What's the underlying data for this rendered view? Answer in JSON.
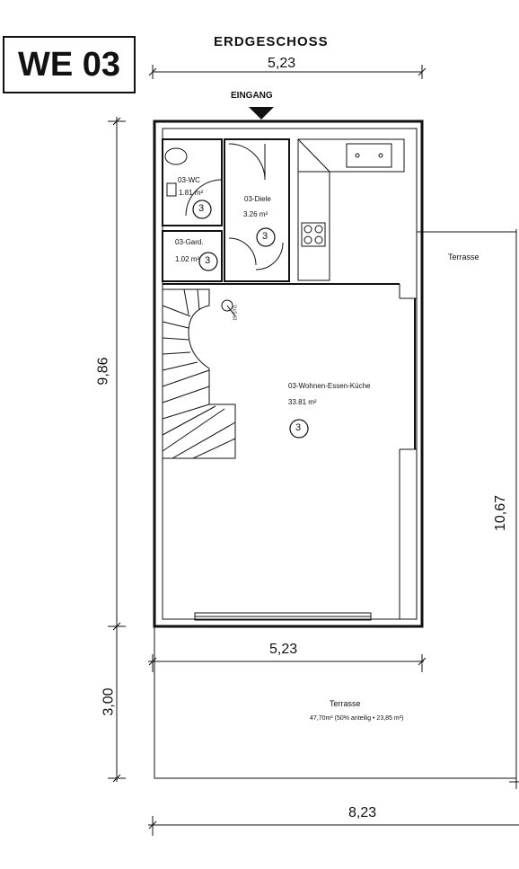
{
  "unit_label": "WE 03",
  "floor_title": "ERDGESCHOSS",
  "entrance_label": "EINGANG",
  "dimensions": {
    "top_width": "5,23",
    "middle_width": "5,23",
    "bottom_width": "8,23",
    "house_depth": "9,86",
    "terrace_depth": "3,00",
    "side_terrace_length": "10,67"
  },
  "rooms": [
    {
      "name": "03-WC",
      "area": "1.81 m²",
      "marker": "3"
    },
    {
      "name": "03-Diele",
      "area": "3.26 m²",
      "marker": "3"
    },
    {
      "name": "03-Gard.",
      "area": "1.02 m²",
      "marker": "3"
    },
    {
      "name": "03-Wohnen-Essen-Küche",
      "area": "33.81 m²",
      "marker": "3"
    }
  ],
  "side_terrace_label": "Terrasse",
  "front_terrace": {
    "label": "Terrasse",
    "area": "47,70m²  (50% anteilig • 23,85 m²)"
  },
  "stair_note": "15 STG",
  "colors": {
    "line": "#111111",
    "background": "#ffffff"
  }
}
